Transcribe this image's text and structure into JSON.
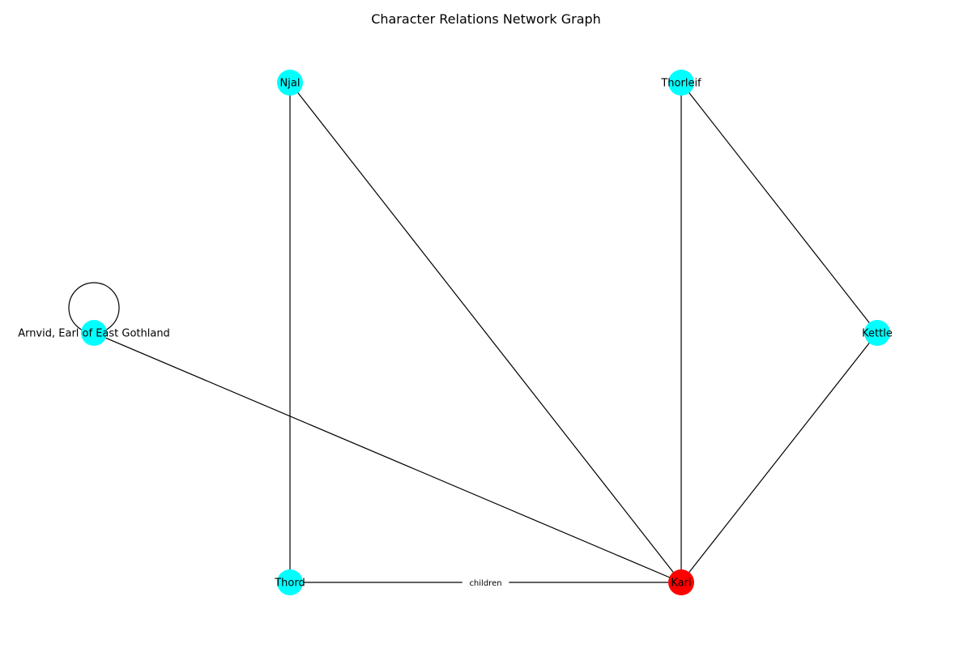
{
  "title": "Character Relations Network Graph",
  "colors": {
    "default_node": "#00FFFF",
    "highlight_node": "#FF0000",
    "edge": "#000000",
    "background": "#FFFFFF"
  },
  "nodes": [
    {
      "id": "njal",
      "label": "Njal",
      "color": "#00FFFF"
    },
    {
      "id": "thorleif",
      "label": "Thorleif",
      "color": "#00FFFF"
    },
    {
      "id": "arnvid",
      "label": "Arnvid, Earl of East Gothland",
      "color": "#00FFFF"
    },
    {
      "id": "kettle",
      "label": "Kettle",
      "color": "#00FFFF"
    },
    {
      "id": "thord",
      "label": "Thord",
      "color": "#00FFFF"
    },
    {
      "id": "kari",
      "label": "Kari",
      "color": "#FF0000"
    }
  ],
  "edges": [
    {
      "source": "njal",
      "target": "thord",
      "label": ""
    },
    {
      "source": "njal",
      "target": "kari",
      "label": ""
    },
    {
      "source": "thorleif",
      "target": "kari",
      "label": ""
    },
    {
      "source": "thorleif",
      "target": "kettle",
      "label": ""
    },
    {
      "source": "kettle",
      "target": "kari",
      "label": ""
    },
    {
      "source": "arnvid",
      "target": "kari",
      "label": ""
    },
    {
      "source": "arnvid",
      "target": "arnvid",
      "label": ""
    },
    {
      "source": "thord",
      "target": "kari",
      "label": "children"
    }
  ]
}
